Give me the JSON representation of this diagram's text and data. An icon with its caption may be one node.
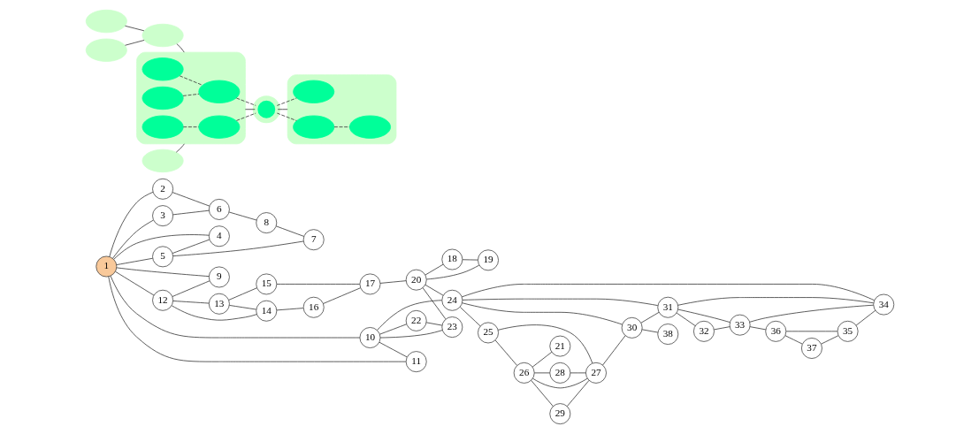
{
  "diagram": {
    "nodes": [
      {
        "text": [
          "1"
        ]
      },
      {
        "text": [
          "2"
        ]
      },
      {
        "text": [
          "3"
        ]
      },
      {
        "text": [
          "4"
        ]
      },
      {
        "text": [
          "5"
        ]
      },
      {
        "text": [
          "6"
        ]
      },
      {
        "text": [
          "7"
        ]
      },
      {
        "text": [
          "8"
        ]
      },
      {
        "text": [
          "9"
        ]
      },
      {
        "text": [
          "10"
        ]
      },
      {
        "text": [
          "11"
        ]
      },
      {
        "text": [
          "12"
        ]
      },
      {
        "text": [
          "13"
        ]
      },
      {
        "text": [
          "14"
        ]
      },
      {
        "text": [
          "15"
        ]
      },
      {
        "text": [
          "16"
        ]
      },
      {
        "text": [
          "17"
        ]
      },
      {
        "text": [
          "18"
        ]
      },
      {
        "text": [
          "19"
        ]
      },
      {
        "text": [
          "20"
        ]
      },
      {
        "text": [
          "21"
        ]
      },
      {
        "text": [
          "22"
        ]
      },
      {
        "text": [
          "23"
        ]
      },
      {
        "text": [
          "24"
        ]
      },
      {
        "text": [
          "25"
        ]
      },
      {
        "text": [
          "26"
        ]
      },
      {
        "text": [
          "27"
        ]
      },
      {
        "text": [
          "28"
        ]
      },
      {
        "text": [
          "29"
        ]
      },
      {
        "text": [
          "30"
        ]
      },
      {
        "text": [
          "31"
        ]
      },
      {
        "text": [
          "32"
        ]
      },
      {
        "text": [
          "33"
        ]
      },
      {
        "text": [
          "34"
        ]
      },
      {
        "text": [
          "35"
        ]
      },
      {
        "text": [
          "36"
        ]
      },
      {
        "text": [
          "37"
        ]
      },
      {
        "text": [
          "38"
        ]
      },
      {
        "text": [],
        "shape": "blob"
      },
      {
        "text": [],
        "shape": "blob"
      },
      {
        "text": [],
        "shape": "blob"
      },
      {
        "text": [],
        "shape": "blob"
      },
      {
        "text": [],
        "shape": "blob"
      },
      {
        "text": [],
        "shape": "blob",
        "in": 42
      },
      {
        "text": [],
        "shape": "blob",
        "in": 42
      },
      {
        "text": [],
        "shape": "blob",
        "in": 42
      },
      {
        "text": [],
        "shape": "blob",
        "in": 42
      },
      {
        "text": [],
        "shape": "blob",
        "in": 42
      },
      {
        "text": [],
        "shape": "circle"
      },
      {
        "text": [],
        "shape": "blob"
      },
      {
        "text": [],
        "shape": "blob",
        "in": 49
      },
      {
        "text": [],
        "shape": "blob",
        "in": 49
      },
      {
        "text": [],
        "shape": "blob",
        "in": 49
      }
    ],
    "edges": [
      {
        "from": 0,
        "to": 9,
        "arrow": "none"
      },
      {
        "from": 0,
        "to": 10,
        "arrow": "none"
      },
      {
        "from": 0,
        "to": 11,
        "arrow": "none"
      },
      {
        "from": 0,
        "to": 8,
        "arrow": "none"
      },
      {
        "from": 0,
        "to": 1,
        "arrow": "none"
      },
      {
        "from": 0,
        "to": 2,
        "arrow": "none"
      },
      {
        "from": 0,
        "to": 3,
        "arrow": "none"
      },
      {
        "from": 0,
        "to": 4,
        "arrow": "none"
      },
      {
        "from": 1,
        "to": 5,
        "arrow": "none"
      },
      {
        "from": 2,
        "to": 5,
        "arrow": "none"
      },
      {
        "from": 5,
        "to": 7,
        "arrow": "none"
      },
      {
        "from": 7,
        "to": 6,
        "arrow": "none"
      },
      {
        "from": 4,
        "to": 6,
        "arrow": "none"
      },
      {
        "from": 4,
        "to": 3,
        "arrow": "none"
      },
      {
        "from": 11,
        "to": 8,
        "arrow": "none"
      },
      {
        "from": 11,
        "to": 12,
        "arrow": "none"
      },
      {
        "from": 11,
        "to": 13,
        "arrow": "none"
      },
      {
        "from": 12,
        "to": 13,
        "arrow": "none"
      },
      {
        "from": 12,
        "to": 14,
        "arrow": "none"
      },
      {
        "from": 14,
        "to": 16,
        "arrow": "none"
      },
      {
        "from": 13,
        "to": 15,
        "arrow": "none"
      },
      {
        "from": 15,
        "to": 16,
        "arrow": "none"
      },
      {
        "from": 16,
        "to": 19,
        "arrow": "none"
      },
      {
        "from": 9,
        "to": 21,
        "arrow": "none"
      },
      {
        "from": 9,
        "to": 22,
        "arrow": "none"
      },
      {
        "from": 21,
        "to": 22,
        "arrow": "none"
      },
      {
        "from": 9,
        "to": 23,
        "arrow": "none"
      },
      {
        "from": 9,
        "to": 10,
        "arrow": "none"
      },
      {
        "from": 19,
        "to": 22,
        "arrow": "none"
      },
      {
        "from": 19,
        "to": 23,
        "arrow": "none"
      },
      {
        "from": 19,
        "to": 17,
        "arrow": "none"
      },
      {
        "from": 19,
        "to": 18,
        "arrow": "none"
      },
      {
        "from": 17,
        "to": 18,
        "arrow": "none"
      },
      {
        "from": 23,
        "to": 24,
        "arrow": "none"
      },
      {
        "from": 23,
        "to": 29,
        "arrow": "none"
      },
      {
        "from": 23,
        "to": 30,
        "arrow": "none"
      },
      {
        "from": 23,
        "to": 33,
        "arrow": "none"
      },
      {
        "from": 24,
        "to": 25,
        "arrow": "none"
      },
      {
        "from": 24,
        "to": 26,
        "arrow": "none"
      },
      {
        "from": 25,
        "to": 26,
        "arrow": "none"
      },
      {
        "from": 25,
        "to": 20,
        "arrow": "none"
      },
      {
        "from": 25,
        "to": 27,
        "arrow": "none"
      },
      {
        "from": 25,
        "to": 28,
        "arrow": "none"
      },
      {
        "from": 27,
        "to": 26,
        "arrow": "none"
      },
      {
        "from": 28,
        "to": 26,
        "arrow": "none"
      },
      {
        "from": 26,
        "to": 29,
        "arrow": "none"
      },
      {
        "from": 29,
        "to": 37,
        "arrow": "none"
      },
      {
        "from": 29,
        "to": 30,
        "arrow": "none"
      },
      {
        "from": 30,
        "to": 31,
        "arrow": "none"
      },
      {
        "from": 30,
        "to": 32,
        "arrow": "none"
      },
      {
        "from": 30,
        "to": 33,
        "arrow": "none"
      },
      {
        "from": 31,
        "to": 32,
        "arrow": "none"
      },
      {
        "from": 32,
        "to": 33,
        "arrow": "none"
      },
      {
        "from": 32,
        "to": 35,
        "arrow": "none"
      },
      {
        "from": 35,
        "to": 34,
        "arrow": "none"
      },
      {
        "from": 35,
        "to": 36,
        "arrow": "none"
      },
      {
        "from": 36,
        "to": 34,
        "arrow": "none"
      },
      {
        "from": 34,
        "to": 33,
        "arrow": "none"
      },
      {
        "from": 38,
        "to": 39,
        "arrow": "none"
      },
      {
        "from": 40,
        "to": 42,
        "arrow": "none"
      },
      {
        "from": 41,
        "to": 39,
        "arrow": "none"
      },
      {
        "from": 39,
        "to": 42,
        "arrow": "none"
      },
      {
        "from": 42,
        "to": 48,
        "arrow": "none"
      },
      {
        "from": 48,
        "to": 49,
        "arrow": "none"
      },
      {
        "from": 43,
        "to": 46,
        "arrow": "none",
        "style": "dashed"
      },
      {
        "from": 44,
        "to": 46,
        "arrow": "none",
        "style": "dashed"
      },
      {
        "from": 46,
        "to": 48,
        "arrow": "none",
        "style": "dashed"
      },
      {
        "from": 45,
        "to": 47,
        "arrow": "none",
        "style": "dashed"
      },
      {
        "from": 47,
        "to": 48,
        "arrow": "none",
        "style": "dashed"
      },
      {
        "from": 48,
        "to": 50,
        "arrow": "none",
        "style": "dashed"
      },
      {
        "from": 48,
        "to": 51,
        "arrow": "none",
        "style": "dashed"
      },
      {
        "from": 50,
        "to": 52,
        "arrow": "none",
        "style": "dashed"
      }
    ]
  }
}
